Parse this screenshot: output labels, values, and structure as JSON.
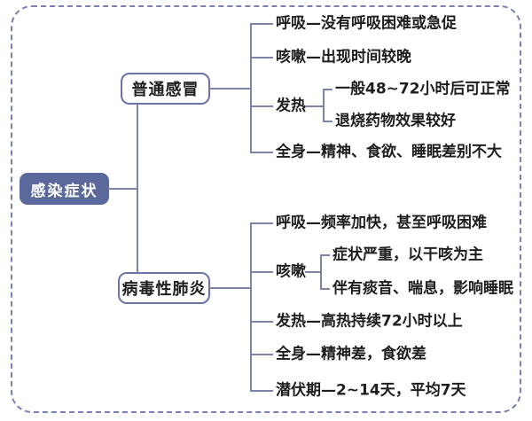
{
  "colors": {
    "background": "#ffffff",
    "frame_border": "#7b80b2",
    "line": "#7d84a8",
    "node_border": "#6974a9",
    "node_text": "#1e1e1e",
    "root_fill": "#5a689b",
    "root_text": "#ffffff"
  },
  "root": {
    "label": "感染症状"
  },
  "branches": [
    {
      "label": "普通感冒",
      "children": [
        {
          "text": "呼吸—没有呼吸困难或急促"
        },
        {
          "text": "咳嗽—出现时间较晚"
        },
        {
          "label": "发热",
          "subitems": [
            {
              "text": "一般48~72小时后可正常"
            },
            {
              "text": "退烧药物效果较好"
            }
          ]
        },
        {
          "text": "全身—精神、食欲、睡眠差别不大"
        }
      ]
    },
    {
      "label": "病毒性肺炎",
      "children": [
        {
          "text": "呼吸—频率加快，甚至呼吸困难"
        },
        {
          "label": "咳嗽",
          "subitems": [
            {
              "text": "症状严重，以干咳为主"
            },
            {
              "text": "伴有痰音、喘息，影响睡眠"
            }
          ]
        },
        {
          "text": "发热—高热持续72小时以上"
        },
        {
          "text": "全身—精神差，食欲差"
        },
        {
          "text": "潜伏期—2~14天，平均7天"
        }
      ]
    }
  ]
}
